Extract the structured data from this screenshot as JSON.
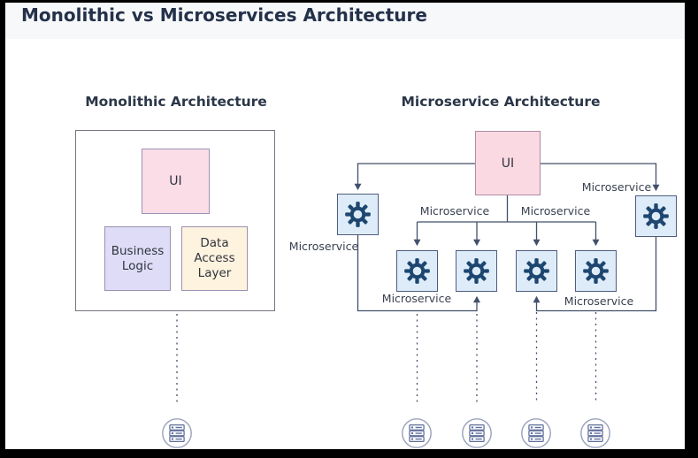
{
  "window": {
    "title": "Monolithic vs Microservices Architecture"
  },
  "colors": {
    "frame": "#000000",
    "header_bg": "#f7f8fa",
    "title_text": "#24314a",
    "heading_text": "#2b3648",
    "label_text": "#3a4150",
    "connector": "#42506b",
    "mono_outer_border": "#73777f",
    "ui_fill": "#fbdde7",
    "ui_border": "#9a92b2",
    "business_fill": "#dedcf6",
    "data_fill": "#fdf3de",
    "service_box_fill": "#ddecf8",
    "service_box_border": "#4f5d7d",
    "gear_icon": "#1d4670",
    "db_circle": "#9aa3bc",
    "db_glyph": "#5f6e9b"
  },
  "icons": {
    "service": "gear-icon",
    "datastore": "database-icon"
  },
  "monolithic": {
    "heading": "Monolithic Architecture",
    "ui": "UI",
    "business_logic": "Business Logic",
    "data_access": "Data Access Layer",
    "datastore_count": 1
  },
  "microservices": {
    "heading": "Microservice Architecture",
    "ui": "UI",
    "service_count": 6,
    "datastore_count": 4,
    "labels": {
      "left": "Microservice",
      "right_top": "Microservice",
      "mid_left": "Microservice",
      "mid_right": "Microservice",
      "bottom_left": "Microservice",
      "bottom_right": "Microservice"
    }
  }
}
